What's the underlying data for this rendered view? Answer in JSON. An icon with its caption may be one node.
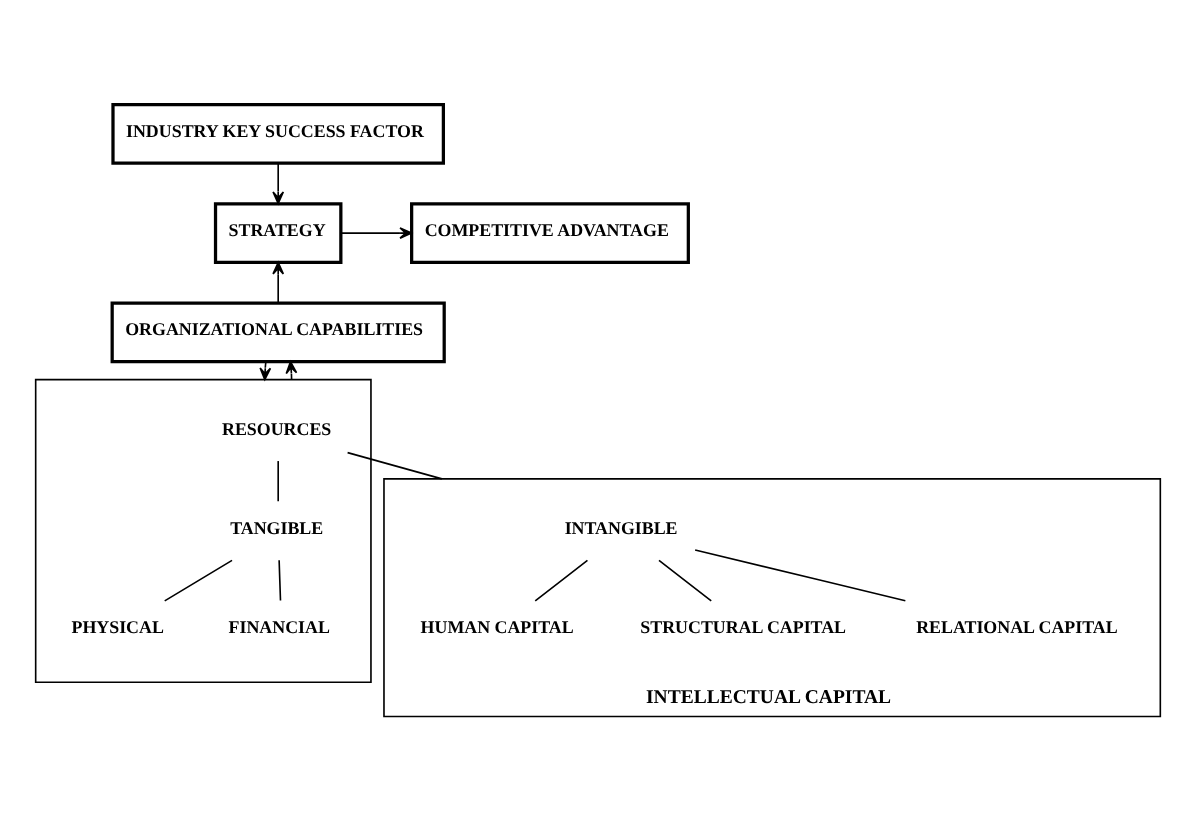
{
  "diagram": {
    "nodes": [
      {
        "text": [
          "INDUSTRY KEY SUCCESS FACTOR"
        ]
      },
      {
        "text": [
          "COMPETITIVE ADVANTAGE"
        ]
      },
      {
        "text": [
          "STRATEGY"
        ]
      },
      {
        "text": [
          "ORGANIZATIONAL CAPABILITIES"
        ]
      },
      {
        "text": [],
        "shape": "box"
      },
      {
        "text": [
          "RESOURCES"
        ],
        "in": 4
      },
      {
        "text": [
          "TANGIBLE"
        ],
        "in": 4
      },
      {
        "text": [
          "PHYSICAL"
        ],
        "in": 4
      },
      {
        "text": [
          "FINANCIAL"
        ],
        "in": 4
      },
      {
        "text": [
          "INTELLECTUAL CAPITAL"
        ]
      },
      {
        "text": [
          "INTANGIBLE"
        ],
        "in": 9
      },
      {
        "text": [
          "HUMAN CAPITAL"
        ],
        "in": 9
      },
      {
        "text": [
          "STRUCTURAL CAPITAL"
        ],
        "in": 9
      },
      {
        "text": [
          "RELATIONAL CAPITAL"
        ],
        "in": 9
      }
    ],
    "edges": [
      {
        "from": 0,
        "to": 2,
        "arrow": "to"
      },
      {
        "from": 2,
        "to": 1,
        "arrow": "to"
      },
      {
        "from": 3,
        "to": 2,
        "arrow": "to"
      },
      {
        "from": 3,
        "to": 4,
        "arrow": "to"
      },
      {
        "from": 4,
        "to": 3,
        "arrow": "to"
      },
      {
        "from": 5,
        "to": 6,
        "arrow": "none"
      },
      {
        "from": 5,
        "to": 9,
        "arrow": "none"
      },
      {
        "from": 6,
        "to": 7,
        "arrow": "none"
      },
      {
        "from": 6,
        "to": 8,
        "arrow": "none"
      },
      {
        "from": 10,
        "to": 11,
        "arrow": "none"
      },
      {
        "from": 10,
        "to": 12,
        "arrow": "none"
      },
      {
        "from": 10,
        "to": 13,
        "arrow": "none"
      }
    ]
  }
}
